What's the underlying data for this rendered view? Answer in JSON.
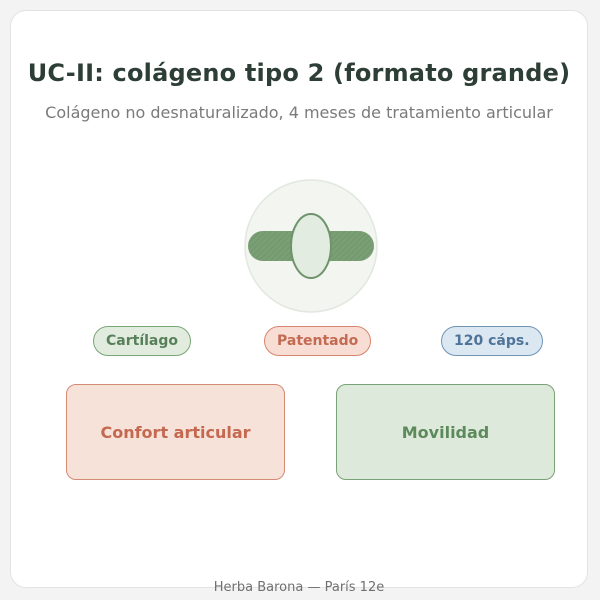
{
  "header": {
    "title": "UC-II: colágeno tipo 2 (formato grande)",
    "subtitle": "Colágeno no desnaturalizado, 4 meses de tratamiento articular"
  },
  "product_icon": {
    "name": "capsule-icon",
    "colors": {
      "circle_bg": "#f2f5f0",
      "capsule": "#7a9e74",
      "center": "#e2ece0"
    }
  },
  "tags": [
    {
      "label": "Cartílago",
      "color": "#57805a"
    },
    {
      "label": "Patentado",
      "color": "#c36a52"
    },
    {
      "label": "120 cáps.",
      "color": "#4f7499"
    }
  ],
  "benefits": [
    {
      "label": "Confort articular",
      "color": "#c4684f"
    },
    {
      "label": "Movilidad",
      "color": "#5c8a5c"
    }
  ],
  "footer": {
    "text": "Herba Barona — París 12e"
  }
}
